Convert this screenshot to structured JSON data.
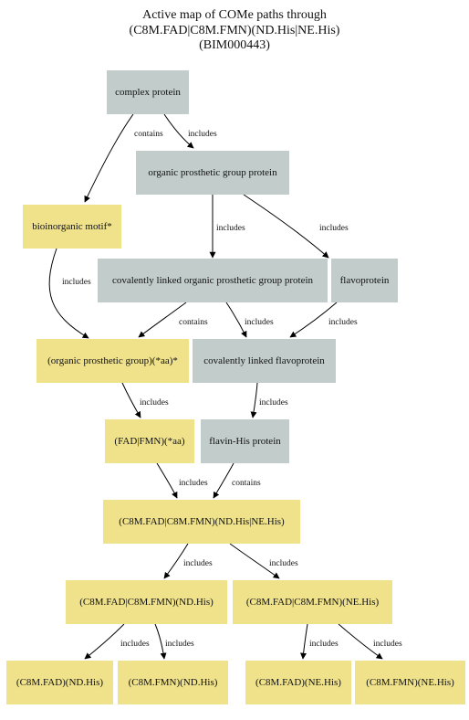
{
  "title": {
    "line1": "Active map of COMe paths through",
    "line2": "(C8M.FAD|C8M.FMN)(ND.His|NE.His)",
    "line3": "(BIM000443)"
  },
  "nodes": {
    "complex_protein": "complex protein",
    "organic_prosthetic_group_protein": "organic prosthetic group protein",
    "bioinorganic_motif": "bioinorganic motif*",
    "covalently_linked_opg_protein": "covalently linked organic prosthetic group protein",
    "flavoprotein": "flavoprotein",
    "organic_prosthetic_group_aa": "(organic prosthetic group)(*aa)*",
    "covalently_linked_flavoprotein": "covalently linked flavoprotein",
    "fad_fmn_aa": "(FAD|FMN)(*aa)",
    "flavin_his_protein": "flavin-His protein",
    "c8m_fad_fmn_nd_ne_his": "(C8M.FAD|C8M.FMN)(ND.His|NE.His)",
    "c8m_fad_fmn_nd_his": "(C8M.FAD|C8M.FMN)(ND.His)",
    "c8m_fad_fmn_ne_his": "(C8M.FAD|C8M.FMN)(NE.His)",
    "c8m_fad_nd_his": "(C8M.FAD)(ND.His)",
    "c8m_fmn_nd_his": "(C8M.FMN)(ND.His)",
    "c8m_fad_ne_his": "(C8M.FAD)(NE.His)",
    "c8m_fmn_ne_his": "(C8M.FMN)(NE.His)"
  },
  "edge_labels": {
    "contains": "contains",
    "includes": "includes"
  },
  "colors": {
    "class_node": "#c1cccb",
    "motif_node": "#efe28b"
  }
}
